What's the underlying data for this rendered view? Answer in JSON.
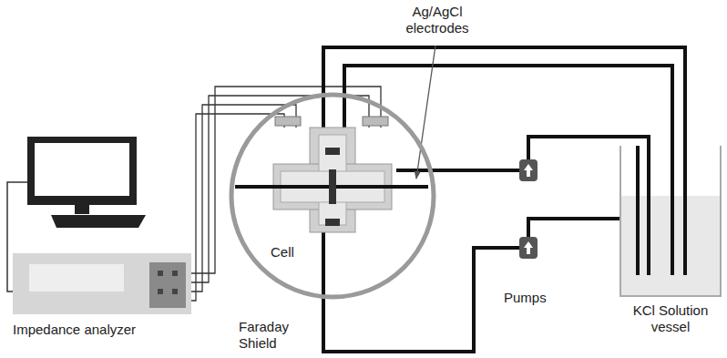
{
  "diagram": {
    "nodes": [
      {
        "text": [
          "Impedance analyzer"
        ]
      },
      {
        "text": [
          "Faraday Shield"
        ]
      },
      {
        "text": [
          "Cell"
        ],
        "in": 1
      },
      {
        "text": [
          "KCl Solution vessel"
        ]
      }
    ],
    "edges": [
      {
        "from": 0,
        "to": 2,
        "arrow": "none"
      },
      {
        "from": 3,
        "to": 2,
        "arrow": "none"
      }
    ],
    "labels": [
      "Ag/AgCl electrodes",
      "Pumps"
    ]
  }
}
